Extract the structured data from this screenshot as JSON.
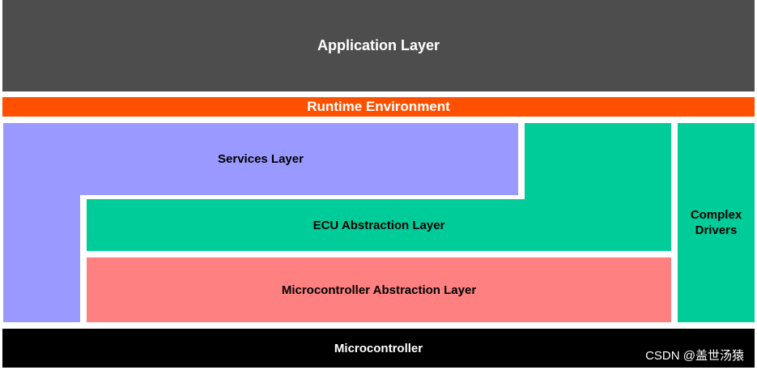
{
  "layers": {
    "application": "Application Layer",
    "runtime_environment": "Runtime Environment",
    "services": "Services Layer",
    "ecu_abstraction": "ECU Abstraction Layer",
    "microcontroller_abstraction": "Microcontroller Abstraction Layer",
    "complex_drivers_line1": "Complex",
    "complex_drivers_line2": "Drivers",
    "microcontroller": "Microcontroller"
  },
  "watermark": "CSDN @盖世汤猿",
  "colors": {
    "application": "#4d4d4d",
    "runtime_environment": "#ff5000",
    "services": "#9999ff",
    "ecu_abstraction": "#00cc99",
    "microcontroller_abstraction": "#ff8080",
    "complex_drivers": "#00cc99",
    "microcontroller": "#000000"
  }
}
